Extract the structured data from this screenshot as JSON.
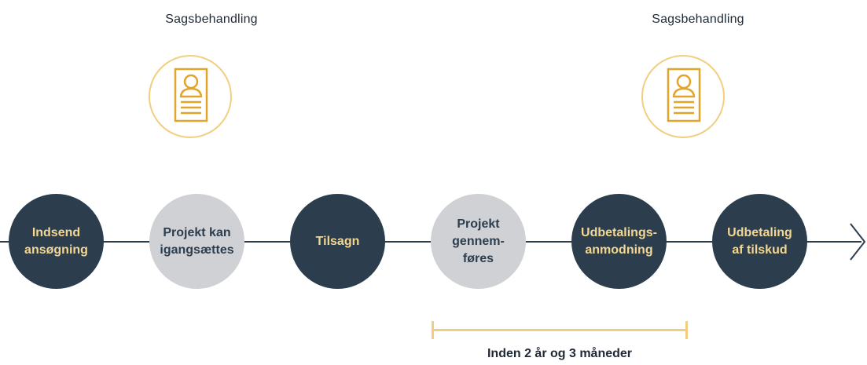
{
  "colors": {
    "dark_step": "#2c3e4e",
    "light_step": "#cfd1d5",
    "accent": "#f1cf7e",
    "dark_step_text": "#f3d791",
    "light_step_text": "#2c3e4e"
  },
  "casework": [
    {
      "label": "Sagsbehandling",
      "icon": "document-person-icon"
    },
    {
      "label": "Sagsbehandling",
      "icon": "document-person-icon"
    }
  ],
  "steps": [
    {
      "label": "Indsend\nansøgning",
      "style": "dark"
    },
    {
      "label": "Projekt kan\nigangsættes",
      "style": "light"
    },
    {
      "label": "Tilsagn",
      "style": "dark"
    },
    {
      "label": "Projekt\ngennem-\nføres",
      "style": "light"
    },
    {
      "label": "Udbetalings-\nanmodning",
      "style": "dark"
    },
    {
      "label": "Udbetaling\naf tilskud",
      "style": "dark"
    }
  ],
  "duration": {
    "label": "Inden 2 år og 3 måneder"
  },
  "timeline": {
    "arrow_icon": "chevron-right-icon"
  }
}
